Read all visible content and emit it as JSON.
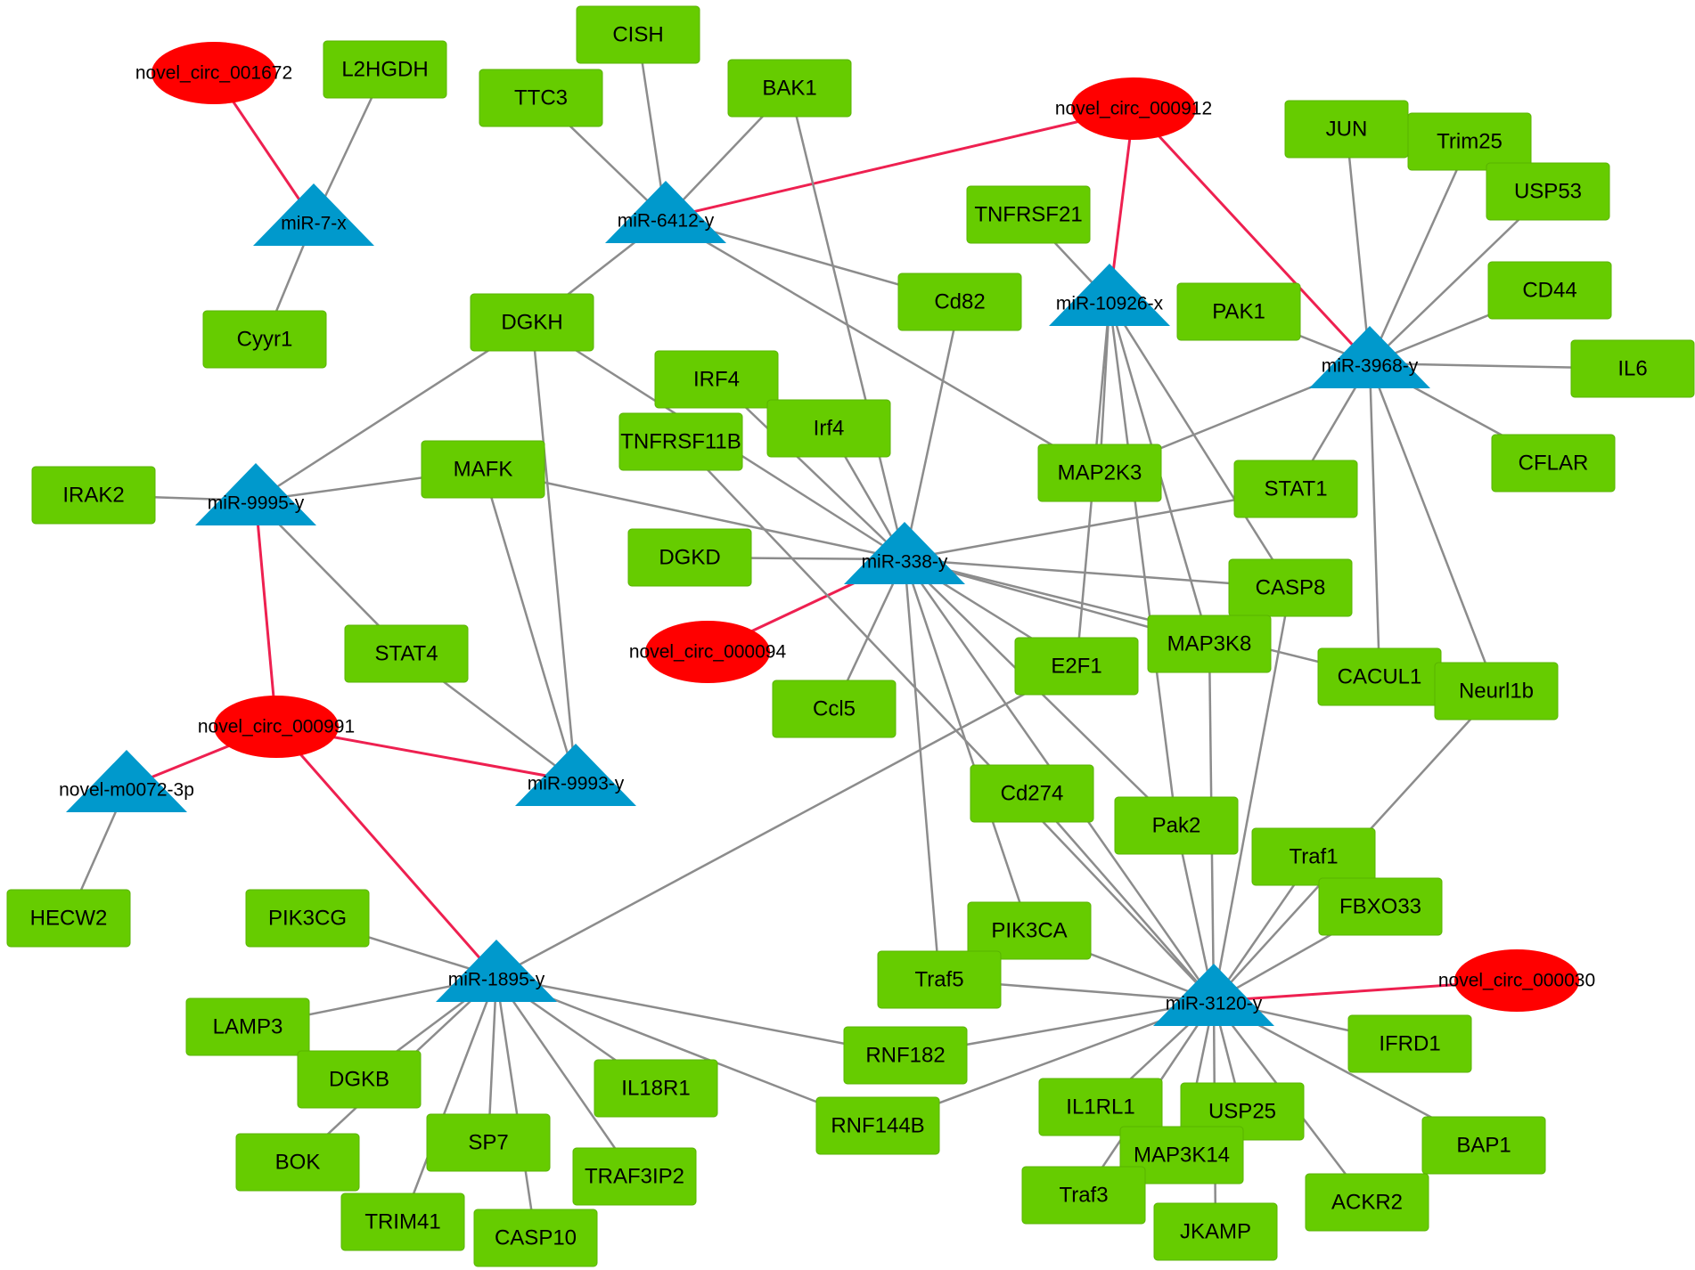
{
  "colors": {
    "gene": "#66cc00",
    "mirna": "#0099cc",
    "circrna": "#ff0000",
    "gene_edge": "#8c8c8c",
    "circ_edge": "#ee2050"
  },
  "nodes": {
    "circ_001672": {
      "type": "circrna",
      "label": "novel_circ_001672"
    },
    "circ_000912": {
      "type": "circrna",
      "label": "novel_circ_000912"
    },
    "circ_000094": {
      "type": "circrna",
      "label": "novel_circ_000094"
    },
    "circ_000991": {
      "type": "circrna",
      "label": "novel_circ_000991"
    },
    "circ_000030": {
      "type": "circrna",
      "label": "novel_circ_000030"
    },
    "mir_7x": {
      "type": "mirna",
      "label": "miR-7-x"
    },
    "mir_6412y": {
      "type": "mirna",
      "label": "miR-6412-y"
    },
    "mir_10926x": {
      "type": "mirna",
      "label": "miR-10926-x"
    },
    "mir_3968y": {
      "type": "mirna",
      "label": "miR-3968-y"
    },
    "mir_9995y": {
      "type": "mirna",
      "label": "miR-9995-y"
    },
    "mir_338y": {
      "type": "mirna",
      "label": "miR-338-y"
    },
    "mir_9993y": {
      "type": "mirna",
      "label": "miR-9993-y"
    },
    "m0072": {
      "type": "mirna",
      "label": "novel-m0072-3p"
    },
    "mir_1895y": {
      "type": "mirna",
      "label": "miR-1895-y"
    },
    "mir_3120y": {
      "type": "mirna",
      "label": "miR-3120-y"
    },
    "L2HGDH": {
      "type": "gene",
      "label": "L2HGDH"
    },
    "Cyyr1": {
      "type": "gene",
      "label": "Cyyr1"
    },
    "CISH": {
      "type": "gene",
      "label": "CISH"
    },
    "TTC3": {
      "type": "gene",
      "label": "TTC3"
    },
    "BAK1": {
      "type": "gene",
      "label": "BAK1"
    },
    "JUN": {
      "type": "gene",
      "label": "JUN"
    },
    "Trim25": {
      "type": "gene",
      "label": "Trim25"
    },
    "USP53": {
      "type": "gene",
      "label": "USP53"
    },
    "TNFRSF21": {
      "type": "gene",
      "label": "TNFRSF21"
    },
    "Cd82": {
      "type": "gene",
      "label": "Cd82"
    },
    "CD44": {
      "type": "gene",
      "label": "CD44"
    },
    "PAK1": {
      "type": "gene",
      "label": "PAK1"
    },
    "IL6": {
      "type": "gene",
      "label": "IL6"
    },
    "DGKH": {
      "type": "gene",
      "label": "DGKH"
    },
    "IRF4": {
      "type": "gene",
      "label": "IRF4"
    },
    "Irf4": {
      "type": "gene",
      "label": "Irf4"
    },
    "TNFRSF11B": {
      "type": "gene",
      "label": "TNFRSF11B"
    },
    "MAFK": {
      "type": "gene",
      "label": "MAFK"
    },
    "MAP2K3": {
      "type": "gene",
      "label": "MAP2K3"
    },
    "STAT1": {
      "type": "gene",
      "label": "STAT1"
    },
    "CFLAR": {
      "type": "gene",
      "label": "CFLAR"
    },
    "IRAK2": {
      "type": "gene",
      "label": "IRAK2"
    },
    "DGKD": {
      "type": "gene",
      "label": "DGKD"
    },
    "CASP8": {
      "type": "gene",
      "label": "CASP8"
    },
    "STAT4": {
      "type": "gene",
      "label": "STAT4"
    },
    "MAP3K8": {
      "type": "gene",
      "label": "MAP3K8"
    },
    "E2F1": {
      "type": "gene",
      "label": "E2F1"
    },
    "CACUL1": {
      "type": "gene",
      "label": "CACUL1"
    },
    "Neurl1b": {
      "type": "gene",
      "label": "Neurl1b"
    },
    "Ccl5": {
      "type": "gene",
      "label": "Ccl5"
    },
    "Cd274": {
      "type": "gene",
      "label": "Cd274"
    },
    "Pak2": {
      "type": "gene",
      "label": "Pak2"
    },
    "Traf1": {
      "type": "gene",
      "label": "Traf1"
    },
    "FBXO33": {
      "type": "gene",
      "label": "FBXO33"
    },
    "HECW2": {
      "type": "gene",
      "label": "HECW2"
    },
    "PIK3CG": {
      "type": "gene",
      "label": "PIK3CG"
    },
    "PIK3CA": {
      "type": "gene",
      "label": "PIK3CA"
    },
    "Traf5": {
      "type": "gene",
      "label": "Traf5"
    },
    "LAMP3": {
      "type": "gene",
      "label": "LAMP3"
    },
    "RNF182": {
      "type": "gene",
      "label": "RNF182"
    },
    "IFRD1": {
      "type": "gene",
      "label": "IFRD1"
    },
    "DGKB": {
      "type": "gene",
      "label": "DGKB"
    },
    "IL18R1": {
      "type": "gene",
      "label": "IL18R1"
    },
    "IL1RL1": {
      "type": "gene",
      "label": "IL1RL1"
    },
    "USP25": {
      "type": "gene",
      "label": "USP25"
    },
    "RNF144B": {
      "type": "gene",
      "label": "RNF144B"
    },
    "BAP1": {
      "type": "gene",
      "label": "BAP1"
    },
    "BOK": {
      "type": "gene",
      "label": "BOK"
    },
    "SP7": {
      "type": "gene",
      "label": "SP7"
    },
    "MAP3K14": {
      "type": "gene",
      "label": "MAP3K14"
    },
    "TRAF3IP2": {
      "type": "gene",
      "label": "TRAF3IP2"
    },
    "Traf3": {
      "type": "gene",
      "label": "Traf3"
    },
    "ACKR2": {
      "type": "gene",
      "label": "ACKR2"
    },
    "TRIM41": {
      "type": "gene",
      "label": "TRIM41"
    },
    "CASP10": {
      "type": "gene",
      "label": "CASP10"
    },
    "JKAMP": {
      "type": "gene",
      "label": "JKAMP"
    }
  },
  "edges": [
    [
      "circ_001672",
      "mir_7x"
    ],
    [
      "circ_000912",
      "mir_6412y"
    ],
    [
      "circ_000912",
      "mir_10926x"
    ],
    [
      "circ_000912",
      "mir_3968y"
    ],
    [
      "circ_000094",
      "mir_338y"
    ],
    [
      "circ_000991",
      "mir_9995y"
    ],
    [
      "circ_000991",
      "m0072"
    ],
    [
      "circ_000991",
      "mir_9993y"
    ],
    [
      "circ_000991",
      "mir_1895y"
    ],
    [
      "circ_000030",
      "mir_3120y"
    ],
    [
      "mir_7x",
      "L2HGDH"
    ],
    [
      "mir_7x",
      "Cyyr1"
    ],
    [
      "mir_6412y",
      "CISH"
    ],
    [
      "mir_6412y",
      "TTC3"
    ],
    [
      "mir_6412y",
      "BAK1"
    ],
    [
      "mir_6412y",
      "DGKH"
    ],
    [
      "mir_6412y",
      "Cd82"
    ],
    [
      "mir_6412y",
      "MAP2K3"
    ],
    [
      "mir_10926x",
      "TNFRSF21"
    ],
    [
      "mir_10926x",
      "MAP2K3"
    ],
    [
      "mir_10926x",
      "E2F1"
    ],
    [
      "mir_10926x",
      "MAP3K8"
    ],
    [
      "mir_10926x",
      "CASP8"
    ],
    [
      "mir_10926x",
      "Pak2"
    ],
    [
      "mir_3968y",
      "JUN"
    ],
    [
      "mir_3968y",
      "Trim25"
    ],
    [
      "mir_3968y",
      "USP53"
    ],
    [
      "mir_3968y",
      "CD44"
    ],
    [
      "mir_3968y",
      "IL6"
    ],
    [
      "mir_3968y",
      "CFLAR"
    ],
    [
      "mir_3968y",
      "STAT1"
    ],
    [
      "mir_3968y",
      "CACUL1"
    ],
    [
      "mir_3968y",
      "Neurl1b"
    ],
    [
      "mir_3968y",
      "MAP2K3"
    ],
    [
      "mir_3968y",
      "PAK1"
    ],
    [
      "mir_9995y",
      "IRAK2"
    ],
    [
      "mir_9995y",
      "DGKH"
    ],
    [
      "mir_9995y",
      "MAFK"
    ],
    [
      "mir_9995y",
      "STAT4"
    ],
    [
      "mir_338y",
      "MAFK"
    ],
    [
      "mir_338y",
      "DGKD"
    ],
    [
      "mir_338y",
      "IRF4"
    ],
    [
      "mir_338y",
      "Irf4"
    ],
    [
      "mir_338y",
      "BAK1"
    ],
    [
      "mir_338y",
      "Cd82"
    ],
    [
      "mir_338y",
      "STAT1"
    ],
    [
      "mir_338y",
      "CASP8"
    ],
    [
      "mir_338y",
      "MAP3K8"
    ],
    [
      "mir_338y",
      "CACUL1"
    ],
    [
      "mir_338y",
      "E2F1"
    ],
    [
      "mir_338y",
      "Ccl5"
    ],
    [
      "mir_338y",
      "Traf5"
    ],
    [
      "mir_338y",
      "PIK3CA"
    ],
    [
      "mir_338y",
      "Pak2"
    ],
    [
      "mir_338y",
      "mir_3120y"
    ],
    [
      "mir_338y",
      "DGKH"
    ],
    [
      "mir_9993y",
      "DGKH"
    ],
    [
      "mir_9993y",
      "MAFK"
    ],
    [
      "mir_9993y",
      "STAT4"
    ],
    [
      "m0072",
      "HECW2"
    ],
    [
      "mir_1895y",
      "PIK3CG"
    ],
    [
      "mir_1895y",
      "LAMP3"
    ],
    [
      "mir_1895y",
      "DGKB"
    ],
    [
      "mir_1895y",
      "BOK"
    ],
    [
      "mir_1895y",
      "SP7"
    ],
    [
      "mir_1895y",
      "TRIM41"
    ],
    [
      "mir_1895y",
      "CASP10"
    ],
    [
      "mir_1895y",
      "TRAF3IP2"
    ],
    [
      "mir_1895y",
      "IL18R1"
    ],
    [
      "mir_1895y",
      "RNF182"
    ],
    [
      "mir_1895y",
      "RNF144B"
    ],
    [
      "mir_1895y",
      "E2F1"
    ],
    [
      "mir_3120y",
      "CASP8"
    ],
    [
      "mir_3120y",
      "Neurl1b"
    ],
    [
      "mir_3120y",
      "Traf1"
    ],
    [
      "mir_3120y",
      "FBXO33"
    ],
    [
      "mir_3120y",
      "PIK3CA"
    ],
    [
      "mir_3120y",
      "Traf5"
    ],
    [
      "mir_3120y",
      "Cd274"
    ],
    [
      "mir_3120y",
      "Pak2"
    ],
    [
      "mir_3120y",
      "TNFRSF11B"
    ],
    [
      "mir_3120y",
      "RNF182"
    ],
    [
      "mir_3120y",
      "RNF144B"
    ],
    [
      "mir_3120y",
      "IFRD1"
    ],
    [
      "mir_3120y",
      "BAP1"
    ],
    [
      "mir_3120y",
      "IL1RL1"
    ],
    [
      "mir_3120y",
      "USP25"
    ],
    [
      "mir_3120y",
      "MAP3K14"
    ],
    [
      "mir_3120y",
      "Traf3"
    ],
    [
      "mir_3120y",
      "ACKR2"
    ],
    [
      "mir_3120y",
      "JKAMP"
    ],
    [
      "mir_3120y",
      "MAP3K8"
    ]
  ]
}
